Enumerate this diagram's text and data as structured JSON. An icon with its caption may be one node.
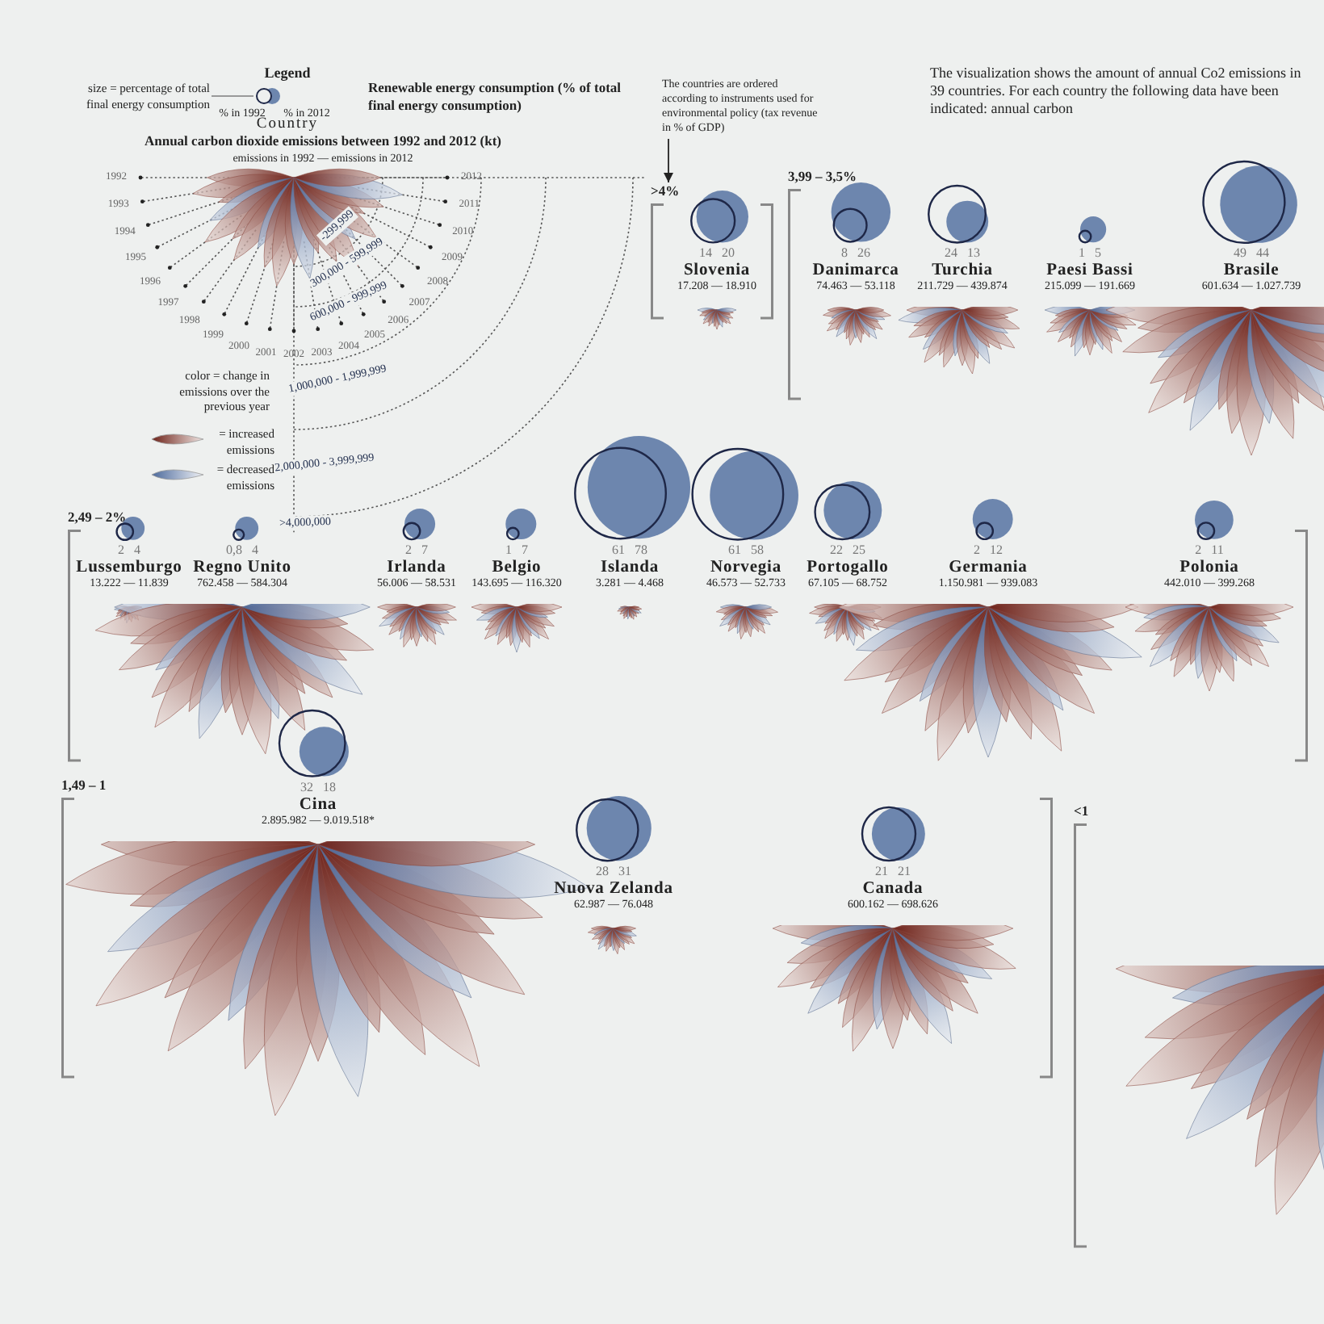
{
  "diagram": {
    "nodes": [
      {
        "text": [
          "size = percentage of total final energy consumption"
        ]
      },
      {
        "text": [],
        "shape": "circle"
      },
      {
        "text": [
          "The countries are ordered according to instruments used for environmental policy (tax revenue in % of GDP)"
        ]
      },
      {
        "text": [
          ">4%"
        ]
      },
      {
        "text": [
          "14",
          "20",
          "Slovenia",
          "17.208 — 18.910"
        ],
        "in": 3
      },
      {
        "text": [
          "3,99 – 3,5%"
        ]
      },
      {
        "text": [
          "8",
          "26",
          "Danimarca",
          "74.463 — 53.118"
        ],
        "in": 5
      },
      {
        "text": [
          "24",
          "13",
          "Turchia",
          "211.729 — 439.874"
        ],
        "in": 5
      },
      {
        "text": [
          "1",
          "5",
          "Paesi Bassi",
          "215.099 — 191.669"
        ],
        "in": 5
      },
      {
        "text": [
          "49",
          "44",
          "Brasile",
          "601.634 — 1.027.739"
        ],
        "in": 5
      },
      {
        "text": [
          "2,49 – 2%"
        ]
      },
      {
        "text": [
          "2",
          "4",
          "Lussemburgo",
          "13.222 — 11.839"
        ],
        "in": 10
      },
      {
        "text": [
          "0,8",
          "4",
          "Regno Unito",
          "762.458 — 584.304"
        ],
        "in": 10
      },
      {
        "text": [
          "2",
          "7",
          "Irlanda",
          "56.006 — 58.531"
        ],
        "in": 10
      },
      {
        "text": [
          "1",
          "7",
          "Belgio",
          "143.695 — 116.320"
        ],
        "in": 10
      },
      {
        "text": [
          "61",
          "78",
          "Islanda",
          "3.281 — 4.468"
        ],
        "in": 10
      },
      {
        "text": [
          "61",
          "58",
          "Norvegia",
          "46.573 — 52.733"
        ],
        "in": 10
      },
      {
        "text": [
          "22",
          "25",
          "Portogallo",
          "67.105 — 68.752"
        ],
        "in": 10
      },
      {
        "text": [
          "2",
          "12",
          "Germania",
          "1.150.981 — 939.083"
        ],
        "in": 10
      },
      {
        "text": [
          "2",
          "11",
          "Polonia",
          "442.010 — 399.268"
        ],
        "in": 10
      },
      {
        "text": [
          "1,49 – 1"
        ]
      },
      {
        "text": [
          "32",
          "18",
          "Cina",
          "2.895.982 — 9.019.518*"
        ],
        "in": 20
      },
      {
        "text": [
          "28",
          "31",
          "Nuova Zelanda",
          "62.987 — 76.048"
        ],
        "in": 20
      },
      {
        "text": [
          "21",
          "21",
          "Canada",
          "600.162 — 698.626"
        ],
        "in": 20
      },
      {
        "text": [
          "<1"
        ]
      }
    ],
    "edges": [
      {
        "from": 0,
        "to": 1,
        "arrow": "none"
      },
      {
        "from": 2,
        "to": 3,
        "arrow": "to",
        "color": "#222222"
      }
    ],
    "labels": [
      "Legend",
      "% in 1992",
      "% in 2012",
      "Renewable energy consumption (% of total final energy consumption)",
      "The visualization shows the amount of annual Co2 emissions in 39 countries. For each country the following data have been indicated: annual carbon",
      "Country",
      "Annual carbon dioxide emissions between 1992 and 2012 (kt)",
      "emissions in 1992 — emissions in 2012",
      "1992",
      "1993",
      "1994",
      "1995",
      "1996",
      "1997",
      "1998",
      "1999",
      "2000",
      "2001",
      "2002",
      "2003",
      "2004",
      "2005",
      "2006",
      "2007",
      "2008",
      "2009",
      "2010",
      "2011",
      "2012",
      "-299,999",
      "300,000 - 599,999",
      "600,000 - 999,999",
      "1,000,000 - 1,999,999",
      "2,000,000 - 3,999,999",
      ">4,000,000",
      "color = change in emissions over the previous year"
    ],
    "legend": [
      {
        "text": "= increased emissions"
      },
      {
        "text": "= decreased emissions"
      }
    ]
  }
}
